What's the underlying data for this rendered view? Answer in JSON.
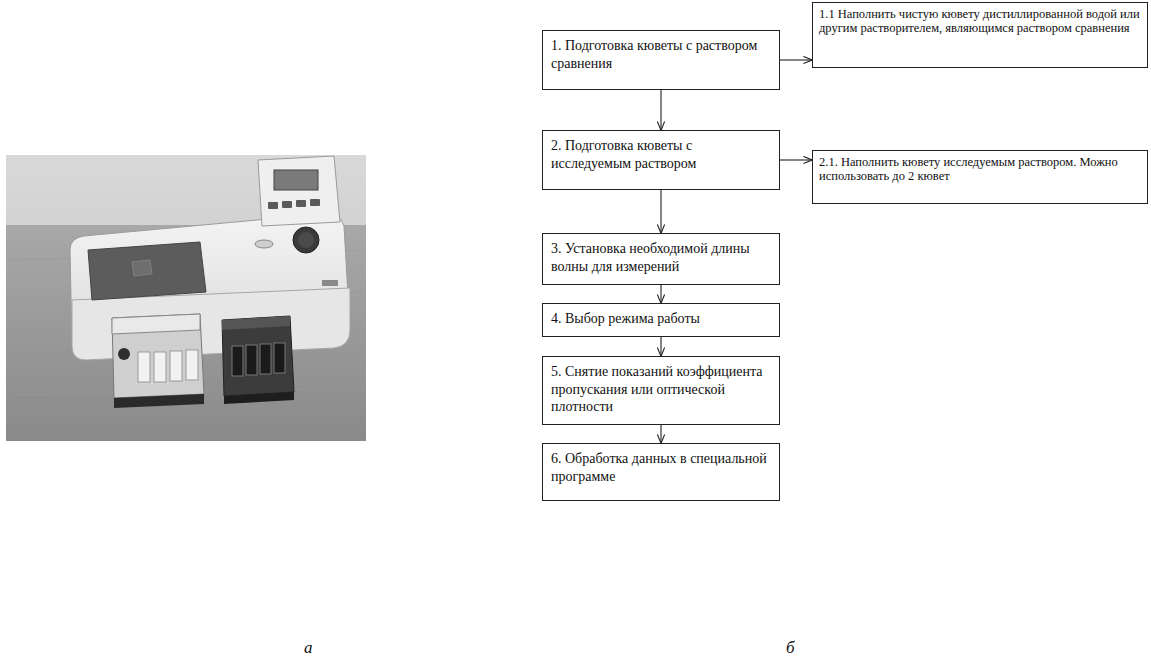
{
  "diagram": {
    "nodes": [
      {
        "text": [
          "1. Подготовка кюветы с раствором сравнения"
        ]
      },
      {
        "text": [
          "1.1 Наполнить чистую кювету дистиллированной водой или другим растворителем, являющимся раствором сравнения"
        ]
      },
      {
        "text": [
          "2. Подготовка кюветы с исследуемым раствором"
        ]
      },
      {
        "text": [
          "2.1. Наполнить кювету исследуемым раствором. Можно использовать до 2 кювет"
        ]
      },
      {
        "text": [
          "3. Установка необходимой длины волны для измерений"
        ]
      },
      {
        "text": [
          "4. Выбор режима работы"
        ]
      },
      {
        "text": [
          "5. Снятие показаний коэффициента пропускания или оптической плотности"
        ]
      },
      {
        "text": [
          "6. Обработка данных в специальной программе"
        ]
      }
    ],
    "edges": [
      {
        "from": 0,
        "to": 1,
        "arrow": "to"
      },
      {
        "from": 0,
        "to": 2,
        "arrow": "to"
      },
      {
        "from": 2,
        "to": 3,
        "arrow": "to"
      },
      {
        "from": 2,
        "to": 4,
        "arrow": "to"
      },
      {
        "from": 4,
        "to": 5,
        "arrow": "to"
      },
      {
        "from": 5,
        "to": 6,
        "arrow": "to"
      },
      {
        "from": 6,
        "to": 7,
        "arrow": "to"
      }
    ],
    "labels": [
      "а",
      "б"
    ]
  }
}
